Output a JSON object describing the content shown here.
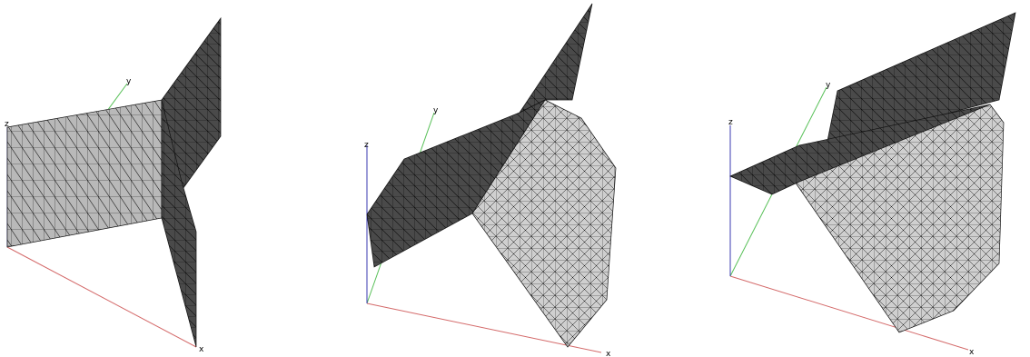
{
  "panels": [
    {
      "id": "panel-1",
      "axes": {
        "x": "x",
        "y": "y",
        "z": "z"
      },
      "surfaces": [
        {
          "name": "front-sheet",
          "tone": "light"
        },
        {
          "name": "vertical-sheet",
          "tone": "dark"
        }
      ]
    },
    {
      "id": "panel-2",
      "axes": {
        "x": "x",
        "y": "y",
        "z": "z"
      },
      "surfaces": [
        {
          "name": "left-wing",
          "tone": "dark"
        },
        {
          "name": "right-face",
          "tone": "light"
        },
        {
          "name": "top-spike",
          "tone": "dark"
        }
      ]
    },
    {
      "id": "panel-3",
      "axes": {
        "x": "x",
        "y": "y",
        "z": "z"
      },
      "surfaces": [
        {
          "name": "back-sheet",
          "tone": "dark"
        },
        {
          "name": "front-wing",
          "tone": "dark"
        },
        {
          "name": "lower-face",
          "tone": "light"
        }
      ]
    }
  ],
  "colors": {
    "x_axis": "#d46a6a",
    "y_axis": "#58c058",
    "z_axis": "#3a3ab0",
    "mesh_light": "#cfcfcf",
    "mesh_dark": "#4a4a4a",
    "mesh_line": "#111111"
  }
}
